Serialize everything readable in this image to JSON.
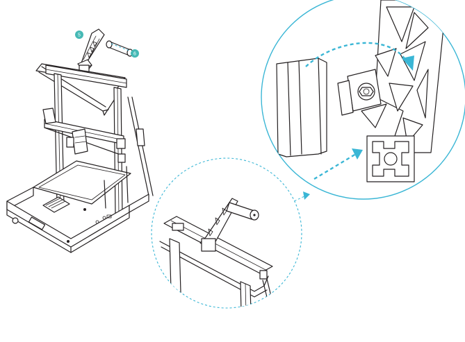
{
  "diagram": {
    "step_badges": [
      {
        "label": "5"
      },
      {
        "label": "6"
      }
    ],
    "colors": {
      "accent": "#3ab6d5",
      "badge": "#45b9b5",
      "line": "#231f20",
      "background": "#ffffff"
    },
    "icons": {
      "printer": "3d-printer-illustration",
      "spool_holder": "spool-holder-part",
      "spool_rod": "spool-rod-part",
      "detail_zoom": "magnified-detail-circle",
      "mount_zoom": "magnified-mount-circle"
    }
  }
}
